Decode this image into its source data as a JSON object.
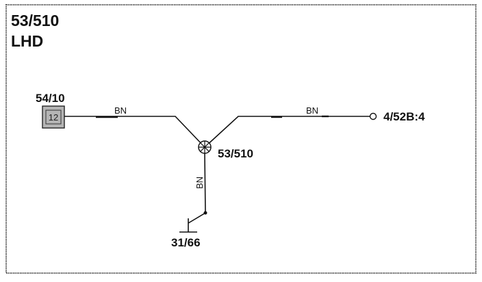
{
  "diagram": {
    "title": "53/510",
    "subtitle": "LHD",
    "connector_left": {
      "label": "54/10",
      "pin": "12"
    },
    "splice": {
      "label": "53/510"
    },
    "terminal_right": {
      "label": "4/52B:4"
    },
    "ground": {
      "label": "31/66"
    },
    "wire_colors": {
      "left": "BN",
      "right": "BN",
      "down": "BN"
    },
    "colors": {
      "line": "#111111",
      "connector_fill": "#b5b5b5",
      "border": "#555555"
    }
  }
}
